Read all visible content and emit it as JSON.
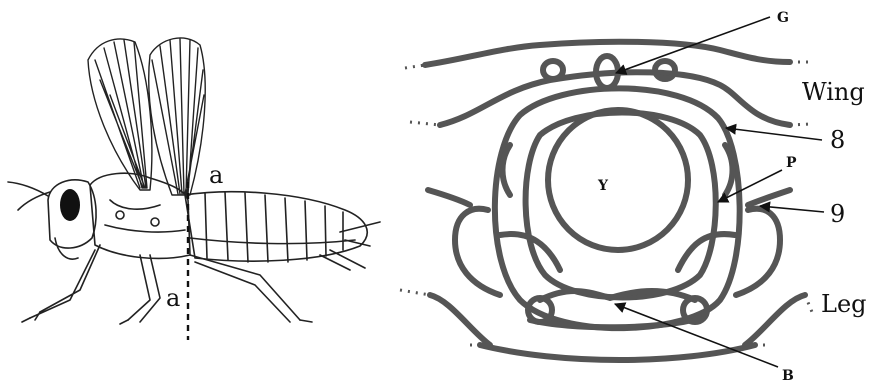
{
  "left_diagram": {
    "section_label_top": "a",
    "section_label_bottom": "a"
  },
  "right_diagram": {
    "labels": {
      "g": "G",
      "y": "Y",
      "p": "P",
      "b": "B",
      "wing": "Wing",
      "n8": "8",
      "n9": "9",
      "leg": "Leg"
    }
  }
}
